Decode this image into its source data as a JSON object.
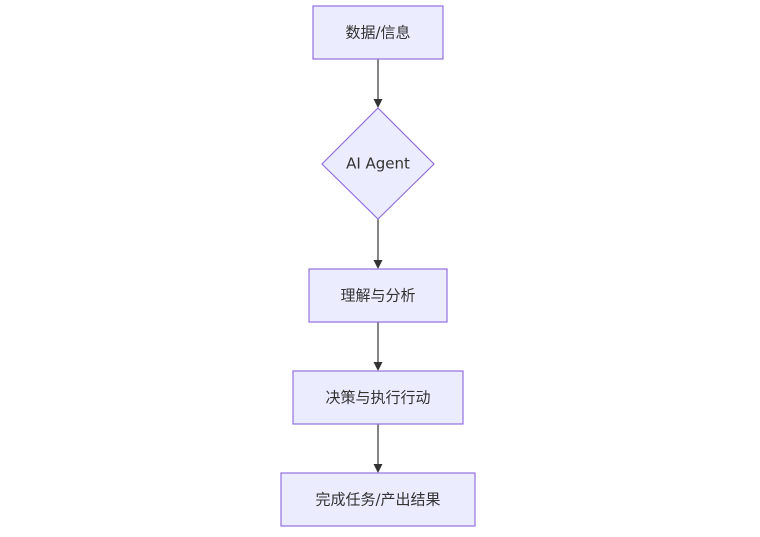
{
  "diagram": {
    "nodes": [
      {
        "id": "data",
        "shape": "rect",
        "label": "数据/信息"
      },
      {
        "id": "agent",
        "shape": "diamond",
        "label": "AI Agent"
      },
      {
        "id": "understand",
        "shape": "rect",
        "label": "理解与分析"
      },
      {
        "id": "decide",
        "shape": "rect",
        "label": "决策与执行行动"
      },
      {
        "id": "complete",
        "shape": "rect",
        "label": "完成任务/产出结果"
      }
    ],
    "edges": [
      {
        "from": "data",
        "to": "agent"
      },
      {
        "from": "agent",
        "to": "understand"
      },
      {
        "from": "understand",
        "to": "decide"
      },
      {
        "from": "decide",
        "to": "complete"
      }
    ],
    "colors": {
      "node_fill": "#ECECFF",
      "node_stroke": "#9370DB",
      "edge": "#333333",
      "text": "#333333"
    }
  }
}
